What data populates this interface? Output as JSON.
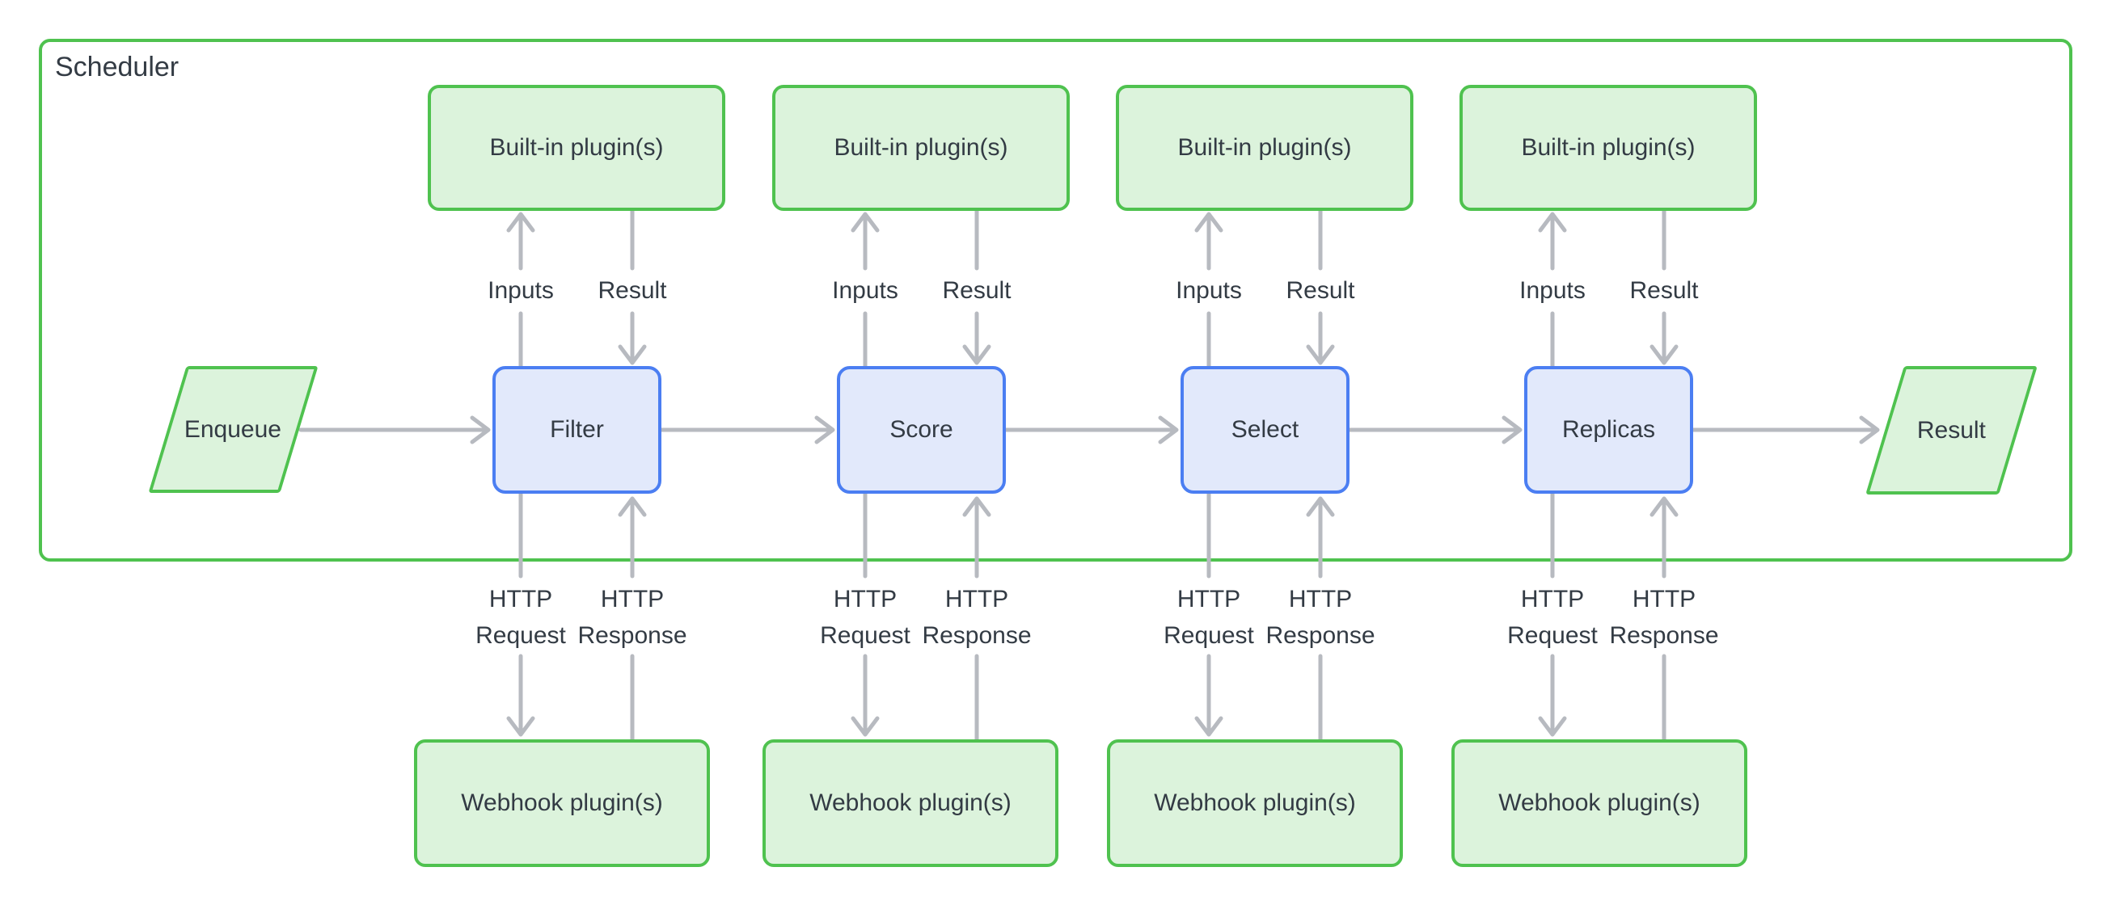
{
  "scheduler": {
    "label": "Scheduler"
  },
  "columns": [
    {
      "stage": "Filter",
      "builtin": "Built-in plugin(s)",
      "webhook": "Webhook plugin(s)",
      "inputs_label": "Inputs",
      "result_label": "Result",
      "http_request_label": "HTTP Request",
      "http_response_label": "HTTP Response"
    },
    {
      "stage": "Score",
      "builtin": "Built-in plugin(s)",
      "webhook": "Webhook plugin(s)",
      "inputs_label": "Inputs",
      "result_label": "Result",
      "http_request_label": "HTTP Request",
      "http_response_label": "HTTP Response"
    },
    {
      "stage": "Select",
      "builtin": "Built-in plugin(s)",
      "webhook": "Webhook plugin(s)",
      "inputs_label": "Inputs",
      "result_label": "Result",
      "http_request_label": "HTTP Request",
      "http_response_label": "HTTP Response"
    },
    {
      "stage": "Replicas",
      "builtin": "Built-in plugin(s)",
      "webhook": "Webhook plugin(s)",
      "inputs_label": "Inputs",
      "result_label": "Result",
      "http_request_label": "HTTP Request",
      "http_response_label": "HTTP Response"
    }
  ],
  "start_node": {
    "label": "Enqueue"
  },
  "end_node": {
    "label": "Result"
  },
  "colors": {
    "green_border": "#4fc24f",
    "green_fill": "#dcf3dc",
    "blue_border": "#4b7ef2",
    "blue_fill": "#e2e9fb",
    "arrow": "#b7bac0",
    "text": "#333b44",
    "bg": "#ffffff"
  }
}
